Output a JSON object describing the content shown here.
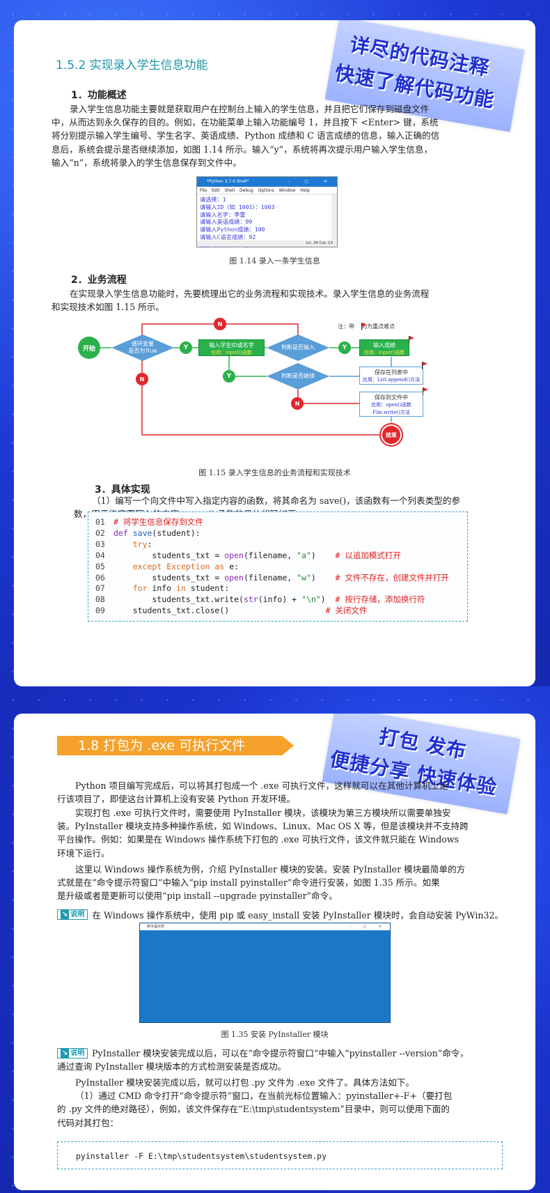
{
  "page1": {
    "section_title": "1.5.2 实现录入学生信息功能",
    "banner": {
      "line1": "详尽的代码注释",
      "line2": "快速了解代码功能"
    },
    "sub1": "1．功能概述",
    "para1": [
      "录入学生信息功能主要就是获取用户在控制台上输入的学生信息，并且把它们保存到磁盘文件",
      "中，从而达到永久保存的目的。例如，在功能菜单上输入功能编号 1，并且按下 <Enter> 键，系统",
      "将分别提示输入学生编号、学生名字、英语成绩、Python 成绩和 C 语言成绩的信息，输入正确的信",
      "息后，系统会提示是否继续添加，如图 1.14 所示。输入“y”，系统将再次提示用户输入学生信息，",
      "输入“n”，系统将录入的学生信息保存到文件中。"
    ],
    "shell": {
      "title": "*Python 3.7.0 Shell*",
      "controls": "–   □   ✕",
      "menu": "File  Edit  Shell  Debug  Options  Window  Help",
      "lines": [
        "请选择：1",
        "请输入ID（如 1001）：1003",
        "请输入名字：李雷",
        "请输入英语成绩：99",
        "请输入Python成绩：100",
        "请输入C语言成绩：92",
        "是否继续添加？（y/n）："
      ],
      "status": "Ln: 29  Col: 13"
    },
    "cap1": "图 1.14 录入一条学生信息",
    "sub2": "2．业务流程",
    "para2": [
      "在实现录入学生信息功能时，先要梳理出它的业务流程和实现技术。录入学生信息的业务流程",
      "和实现技术如图 1.15 所示。"
    ],
    "flow": {
      "start": "开始",
      "loop": "循环变量\n是否为True",
      "input_id_title": "输入学生ID或名字",
      "input_id_sub": "应用：input()函数",
      "judge_input": "判断是否输入",
      "input_score_title": "输入成绩",
      "input_score_sub": "应用：input()函数",
      "save_list_title": "保存在列表中",
      "save_list_sub": "应用：List.append()方法",
      "judge_continue": "判断是否继续",
      "save_file_title": "保存到文件中",
      "save_file_sub1": "应用：open()函数",
      "save_file_sub2": "File.write()方法",
      "end": "结束",
      "y": "Y",
      "n": "N",
      "note": "注：带    的为重点难点"
    },
    "cap2": "图 1.15 录入学生信息的业务流程和实现技术",
    "sub3": "3．具体实现",
    "para3": [
      "（1）编写一个向文件中写入指定内容的函数，将其命名为 save()，该函数有一个列表类型的参",
      "数，用于指定要写入的内容。save() 函数的具体代码如下："
    ],
    "code_lines": [
      "01",
      "02",
      "03",
      "04",
      "05",
      "06",
      "07",
      "08",
      "09"
    ]
  },
  "page2": {
    "title": "1.8 打包为 .exe 可执行文件",
    "banner": {
      "line1": "打包  发布",
      "line2": "便捷分享  快速体验"
    },
    "para1": [
      "Python 项目编写完成后，可以将其打包成一个 .exe 可执行文件，这样就可以在其他计算机上运",
      "行该项目了，即使这台计算机上没有安装 Python 开发环境。"
    ],
    "para2": [
      "实现打包 .exe 可执行文件时，需要使用 PyInstaller 模块，该模块为第三方模块所以需要单独安",
      "装。PyInstaller 模块支持多种操作系统，如 Windows、Linux、Mac OS X 等，但是该模块并不支持跨",
      "平台操作。例如：如果是在 Windows 操作系统下打包的 .exe 可执行文件，该文件就只能在 Windows",
      "环境下运行。"
    ],
    "para3": [
      "这里以 Windows 操作系统为例，介绍 PyInstaller 模块的安装。安装 PyInstaller 模块最简单的方",
      "式就是在“命令提示符窗口”中输入“pip install pyinstaller”命令进行安装，如图 1.35 所示。如果",
      "是升级或者是更新可以使用“pip install --upgrade pyinstaller”命令。"
    ],
    "tip_label": "说明",
    "tip_mark": "↘",
    "tip1": "在 Windows 操作系统中，使用 pip 或 easy_install 安装 PyInstaller 模块时，会自动安装 PyWin32。",
    "cmd": {
      "title": "命令提示符",
      "controls": "–   □   ✕"
    },
    "cap": "图 1.35 安装 PyInstaller 模块",
    "tip2": [
      "PyInstaller 模块安装完成以后，可以在“命令提示符窗口”中输入“pyinstaller --version”命令，",
      "通过查询 PyInstaller 模块版本的方式检测安装是否成功。"
    ],
    "para4": [
      "PyInstaller 模块安装完成以后，就可以打包 .py 文件为 .exe 文件了。具体方法如下。",
      "（1）通过 CMD 命令打开“命令提示符”窗口，在当前光标位置输入：pyinstaller+-F+（要打包",
      "的 .py 文件的绝对路径），例如，该文件保存在“E:\\tmp\\studentsystem”目录中，则可以使用下面的",
      "代码对其打包："
    ],
    "code": "pyinstaller -F E:\\tmp\\studentsystem\\studentsystem.py"
  }
}
